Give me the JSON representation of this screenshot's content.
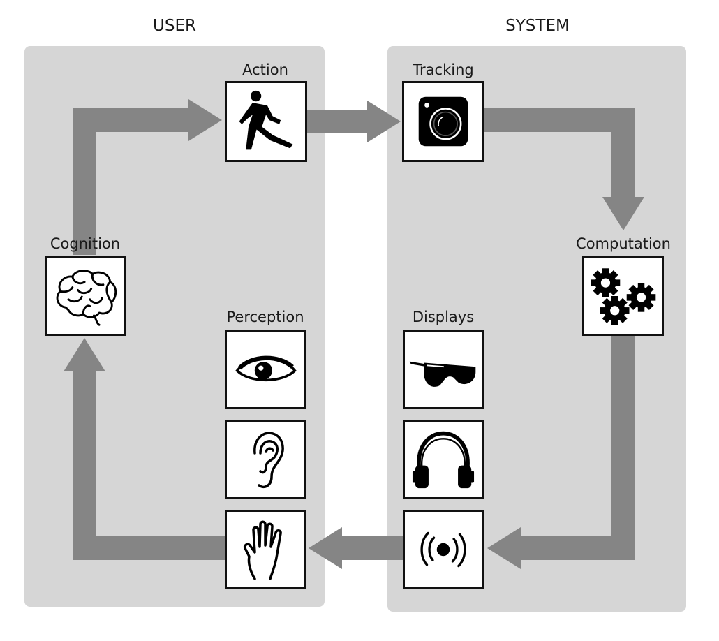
{
  "sections": {
    "user": "USER",
    "system": "SYSTEM"
  },
  "nodes": {
    "action": "Action",
    "tracking": "Tracking",
    "computation": "Computation",
    "cognition": "Cognition",
    "perception": "Perception",
    "displays": "Displays"
  },
  "icons": {
    "action": "running-person-icon",
    "tracking": "camera-icon",
    "computation": "gears-icon",
    "cognition": "brain-icon",
    "perception_visual": "eye-icon",
    "perception_audio": "ear-icon",
    "perception_touch": "hand-icon",
    "display_visual": "glasses-icon",
    "display_audio": "headphones-icon",
    "display_haptic": "vibration-icon"
  },
  "colors": {
    "panel": "#d6d6d6",
    "arrow": "#858585",
    "border": "#111111"
  }
}
